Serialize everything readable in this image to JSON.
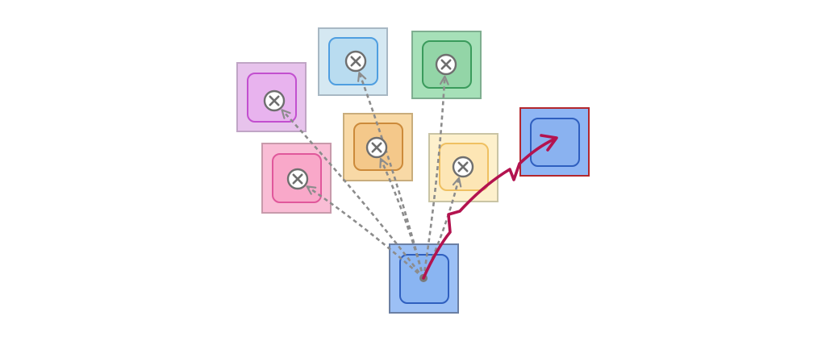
{
  "diagram": {
    "source": {
      "id": "source",
      "fill": "#9cc0f5",
      "border": "#6b7fa3",
      "inner_fill": "#8ab5f2",
      "inner_border": "#2f5fbf"
    },
    "target": {
      "id": "target",
      "fill": "#8fb6f4",
      "border": "#b3272d",
      "inner_fill": "#8ab2f0",
      "inner_border": "#2f5fbf"
    },
    "blocked_nodes": [
      {
        "id": "purple",
        "fill": "#e7c3ec",
        "border": "#c0a5c5",
        "inner_fill": "#e8b3ee",
        "inner_border": "#c24fcf",
        "icon": "x-circle-icon"
      },
      {
        "id": "light-blue",
        "fill": "#d5e8f2",
        "border": "#a8b8c4",
        "inner_fill": "#b9dcf0",
        "inner_border": "#4f9ee0",
        "icon": "x-circle-icon"
      },
      {
        "id": "green",
        "fill": "#a6e0b8",
        "border": "#7fae90",
        "inner_fill": "#93d5a7",
        "inner_border": "#3a9b5c",
        "icon": "x-circle-icon"
      },
      {
        "id": "orange",
        "fill": "#f8d9a6",
        "border": "#c9ad7c",
        "inner_fill": "#f4c88a",
        "inner_border": "#cc8a3a",
        "icon": "x-circle-icon"
      },
      {
        "id": "pink",
        "fill": "#f9bdd5",
        "border": "#c89aab",
        "inner_fill": "#f9a8c9",
        "inner_border": "#e0589b",
        "icon": "x-circle-icon"
      },
      {
        "id": "cream",
        "fill": "#fdf0cc",
        "border": "#c9c4a5",
        "inner_fill": "#fde6b5",
        "inner_border": "#efc061",
        "icon": "x-circle-icon"
      }
    ],
    "dashed_color": "#8c8c8c",
    "success_color": "#b3134f",
    "icon_color": "#6f6f6f"
  }
}
